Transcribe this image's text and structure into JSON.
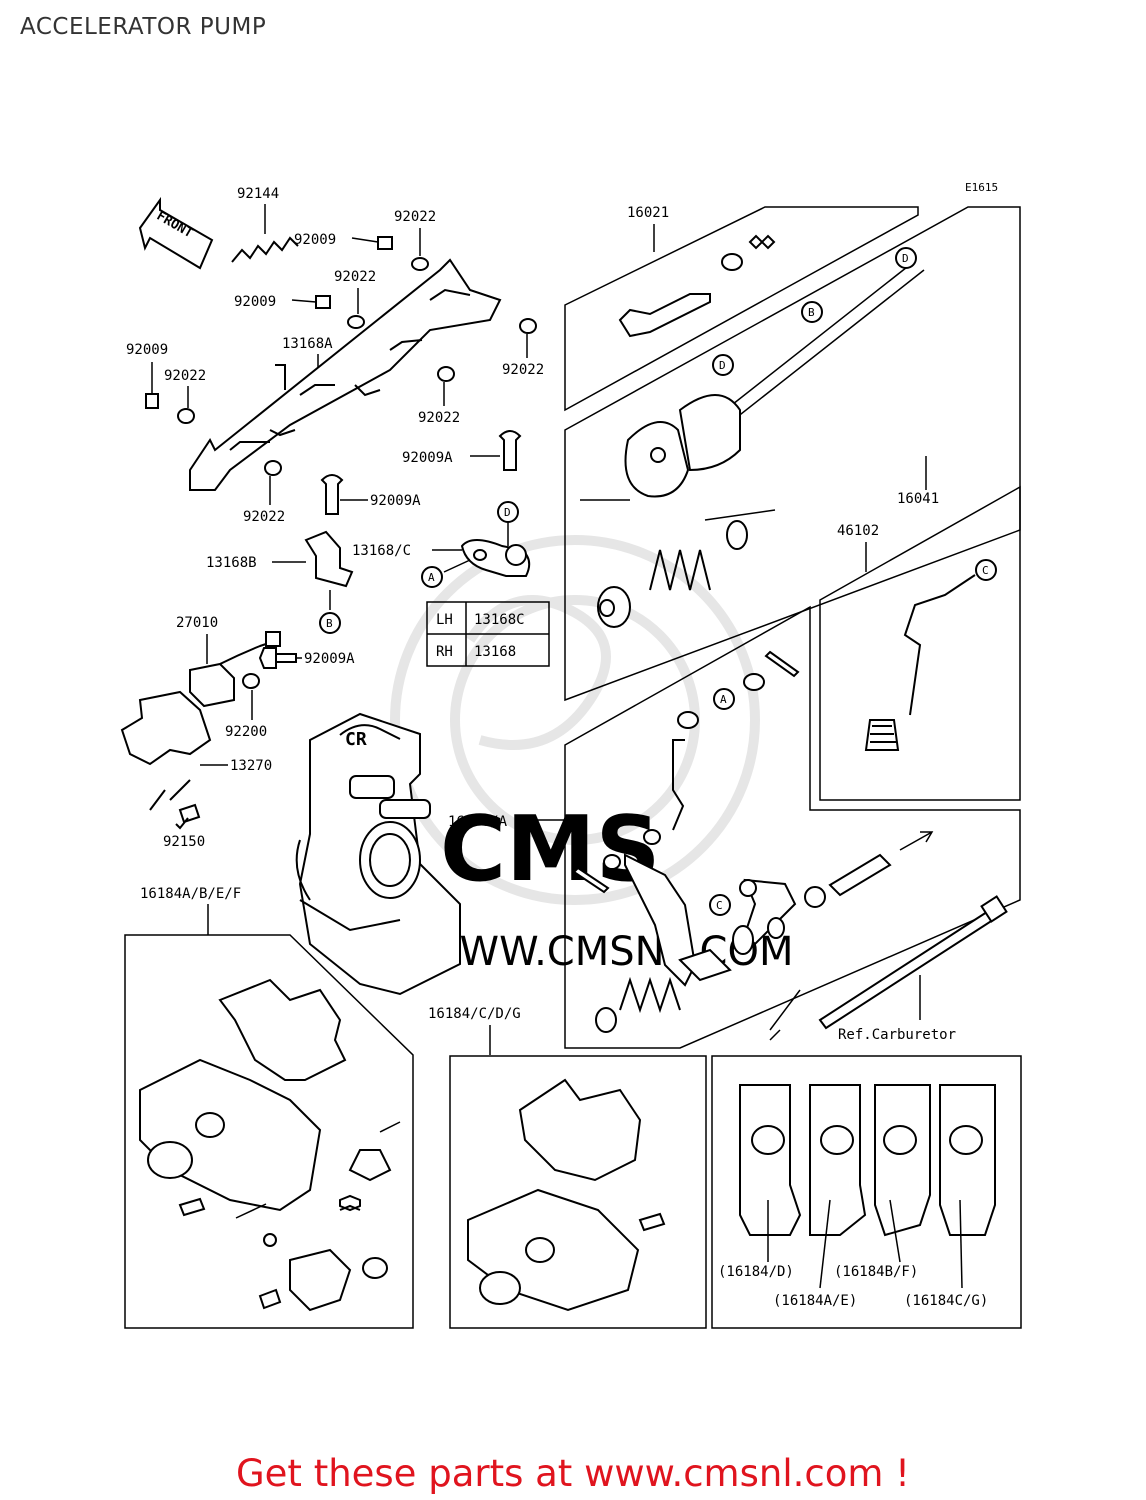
{
  "title": "ACCELERATOR PUMP",
  "diagram_code": "E1615",
  "front_label": "FRONT",
  "footer_link": "Get these parts at www.cmsnl.com !",
  "watermark_text": "WWW.CMSNL.COM",
  "callouts": {
    "p92144": "92144",
    "p92009_a": "92009",
    "p92022_a": "92022",
    "p92022_b": "92022",
    "p92009_b": "92009",
    "p92009_c": "92009",
    "p92022_c": "92022",
    "p13168A": "13168A",
    "p92022_d": "92022",
    "p92022_e": "92022",
    "p92022_f": "92022",
    "p92009A_a": "92009A",
    "p92009A_b": "92009A",
    "p13168B": "13168B",
    "p13168C": "13168/C",
    "p27010": "27010",
    "p92009A_c": "92009A",
    "p92200": "92200",
    "p13270": "13270",
    "p92150": "92150",
    "p16184ABEF": "16184A/B/E/F",
    "p16021": "16021",
    "p16041": "16041",
    "p46102": "46102",
    "p16170A": "16170/A",
    "p16184CDG": "16184/C/D/G",
    "ref_carb": "Ref.Carburetor",
    "g16184D": "(16184/D)",
    "g16184BF": "(16184B/F)",
    "g16184AE": "(16184A/E)",
    "g16184CG": "(16184C/G)"
  },
  "circle_markers": {
    "A1": "A",
    "A2": "A",
    "B1": "B",
    "B2": "B",
    "C1": "C",
    "C2": "C",
    "D1": "D",
    "D2": "D",
    "D3": "D"
  },
  "side_table": {
    "rows": [
      {
        "side": "LH",
        "part": "13168C"
      },
      {
        "side": "RH",
        "part": "13168"
      }
    ]
  }
}
